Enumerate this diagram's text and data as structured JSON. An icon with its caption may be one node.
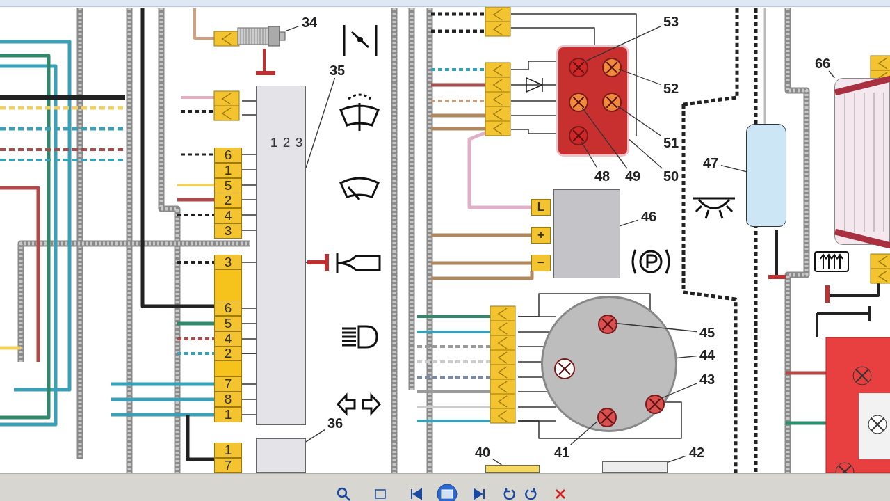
{
  "diagram": {
    "nodes": [
      {
        "text": [
          "34"
        ]
      },
      {
        "text": [],
        "shape": "picture"
      },
      {
        "text": [
          "35"
        ]
      },
      {
        "text": [],
        "shape": "box"
      },
      {
        "text": [
          "53"
        ]
      },
      {
        "text": [
          "52"
        ]
      },
      {
        "text": [
          "51"
        ]
      },
      {
        "text": [
          "50"
        ]
      },
      {
        "text": [
          "49"
        ]
      },
      {
        "text": [
          "48"
        ]
      },
      {
        "text": [],
        "shape": "box"
      },
      {
        "text": [],
        "shape": "circle",
        "in": 10
      },
      {
        "text": [],
        "shape": "circle",
        "in": 10
      },
      {
        "text": [],
        "shape": "circle",
        "in": 10
      },
      {
        "text": [],
        "shape": "circle",
        "in": 10
      },
      {
        "text": [],
        "shape": "circle",
        "in": 10
      },
      {
        "text": [
          "66"
        ]
      },
      {
        "text": [],
        "shape": "box"
      },
      {
        "text": [
          "47"
        ]
      },
      {
        "text": [],
        "shape": "box"
      },
      {
        "text": [
          "46"
        ]
      },
      {
        "text": [],
        "shape": "box",
        "beside": [
          "L",
          "+",
          "−"
        ]
      },
      {
        "text": [
          "45"
        ]
      },
      {
        "text": [
          "44"
        ]
      },
      {
        "text": [
          "43"
        ]
      },
      {
        "text": [],
        "shape": "circle"
      },
      {
        "text": [],
        "shape": "circle",
        "in": 25
      },
      {
        "text": [],
        "shape": "circle",
        "in": 25
      },
      {
        "text": [],
        "shape": "circle",
        "in": 25
      },
      {
        "text": [
          "41"
        ]
      },
      {
        "text": [
          "40"
        ]
      },
      {
        "text": [],
        "shape": "box"
      },
      {
        "text": [
          "42"
        ]
      },
      {
        "text": [],
        "shape": "box"
      },
      {
        "text": [
          "36"
        ]
      },
      {
        "text": [],
        "shape": "box"
      },
      {
        "text": [],
        "shape": "circle",
        "in": 25
      }
    ],
    "edges": [
      {
        "from": 0,
        "to": 1,
        "arrow": "none"
      },
      {
        "from": 2,
        "to": 3,
        "arrow": "none"
      },
      {
        "from": 4,
        "to": 11,
        "arrow": "none"
      },
      {
        "from": 5,
        "to": 12,
        "arrow": "none"
      },
      {
        "from": 6,
        "to": 14,
        "arrow": "none"
      },
      {
        "from": 7,
        "to": 10,
        "arrow": "none"
      },
      {
        "from": 8,
        "to": 13,
        "arrow": "none"
      },
      {
        "from": 9,
        "to": 15,
        "arrow": "none"
      },
      {
        "from": 16,
        "to": 17,
        "arrow": "none"
      },
      {
        "from": 18,
        "to": 19,
        "arrow": "none"
      },
      {
        "from": 20,
        "to": 21,
        "arrow": "none"
      },
      {
        "from": 22,
        "to": 26,
        "arrow": "none"
      },
      {
        "from": 23,
        "to": 25,
        "arrow": "none"
      },
      {
        "from": 24,
        "to": 27,
        "arrow": "none"
      },
      {
        "from": 29,
        "to": 28,
        "arrow": "none"
      },
      {
        "from": 30,
        "to": 31,
        "arrow": "none"
      },
      {
        "from": 32,
        "to": 33,
        "arrow": "none"
      },
      {
        "from": 34,
        "to": 35,
        "arrow": "none"
      }
    ],
    "labels": [
      "6",
      "1",
      "5",
      "2",
      "4",
      "3",
      "1",
      "2",
      "3",
      "3",
      "6",
      "5",
      "4",
      "2",
      "7",
      "8",
      "1",
      "1",
      "7"
    ]
  }
}
